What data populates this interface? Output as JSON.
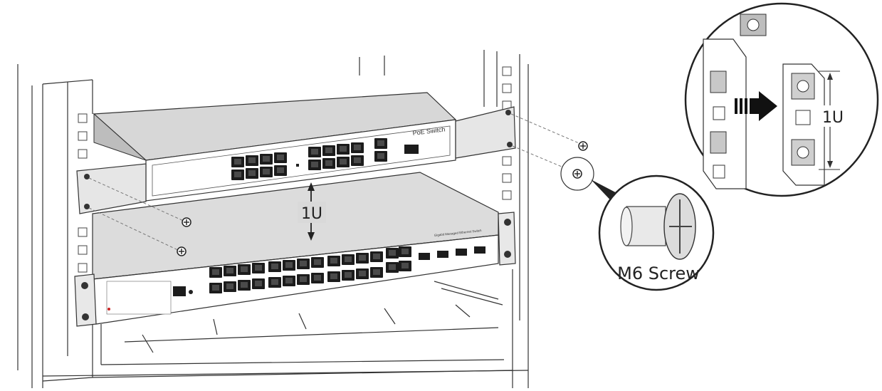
{
  "switch_top": {
    "label": "PoE Switch"
  },
  "switch_bottom": {
    "label": "Gigabit Managed Ethernet Switch"
  },
  "spacing": {
    "label": "1U"
  },
  "detail_rail": {
    "label": "1U"
  },
  "screw_callout": {
    "label": "M6 Screw"
  },
  "colors": {
    "line": "#333333",
    "panel": "#d9d9d9",
    "dark": "#1f1f1f",
    "red": "#cc2222"
  }
}
